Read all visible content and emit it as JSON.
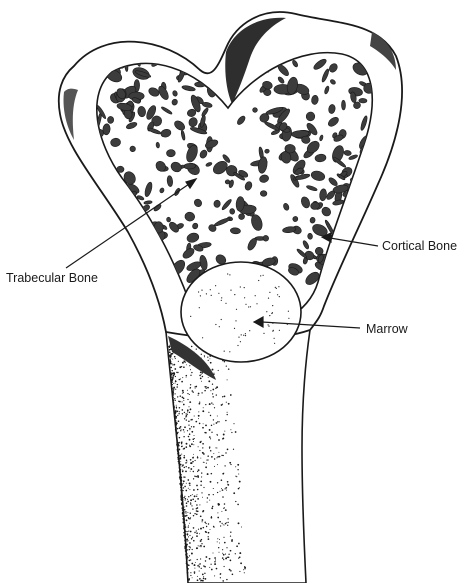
{
  "diagram": {
    "labels": {
      "trabecular": "Trabecular Bone",
      "cortical": "Cortical Bone",
      "marrow": "Marrow"
    },
    "colors": {
      "ink": "#1a1a1a",
      "pore": "#3c3c3c",
      "background": "#ffffff"
    }
  }
}
